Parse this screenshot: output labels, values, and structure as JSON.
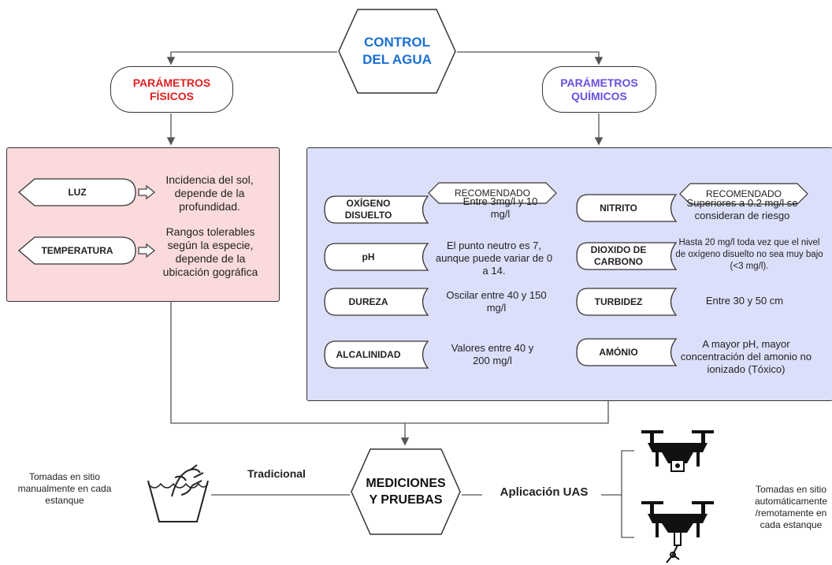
{
  "title": "CONTROL\nDEL AGUA",
  "colors": {
    "title": "#1a6fd4",
    "fisicos": "#e02020",
    "quimicos": "#6a4de0",
    "pink": "#fadadb",
    "lavender": "#dcdffa",
    "border": "#333333"
  },
  "fisicos": {
    "heading": "PARÁMETROS FÍSICOS",
    "items": [
      {
        "label": "LUZ",
        "desc": "Incidencia del sol, depende de la profundidad."
      },
      {
        "label": "TEMPERATURA",
        "desc": "Rangos tolerables según la especie, depende de la ubicación gográfica"
      }
    ]
  },
  "quimicos": {
    "heading": "PARÁMETROS QUÍMICOS",
    "recommended": "RECOMENDADO",
    "left": [
      {
        "label": "OXÍGENO DISUELTO",
        "desc": "Entre 3mg/l  y 10 mg/l"
      },
      {
        "label": "pH",
        "desc": "El punto neutro es 7, aunque puede variar de 0 a 14."
      },
      {
        "label": "DUREZA",
        "desc": "Oscilar entre 40 y 150 mg/l"
      },
      {
        "label": "ALCALINIDAD",
        "desc": "Valores entre 40 y 200 mg/l"
      }
    ],
    "right": [
      {
        "label": "NITRITO",
        "desc": "Superiores a 0.2 mg/l se consideran de riesgo"
      },
      {
        "label": "DIOXIDO DE CARBONO",
        "desc": "Hasta 20 mg/l toda vez que el nivel de oxígeno disuelto no sea muy bajo (<3 mg/l)."
      },
      {
        "label": "TURBIDEZ",
        "desc": "Entre 30 y 50 cm"
      },
      {
        "label": "AMÓNIO",
        "desc": "A mayor pH, mayor concentración del amonio no ionizado (Tóxico)"
      }
    ]
  },
  "mediciones": "MEDICIONES Y PRUEBAS",
  "tradicional": "Tradicional",
  "manual_text": "Tomadas en sitio manualmente en cada estanque",
  "uas": "Aplicación UAS",
  "auto_text": "Tomadas en sitio automáticamente /remotamente en cada estanque",
  "icons": [
    "hand-wash-icon",
    "drone-icon",
    "drone-sampler-icon",
    "arrow-right-icon"
  ]
}
